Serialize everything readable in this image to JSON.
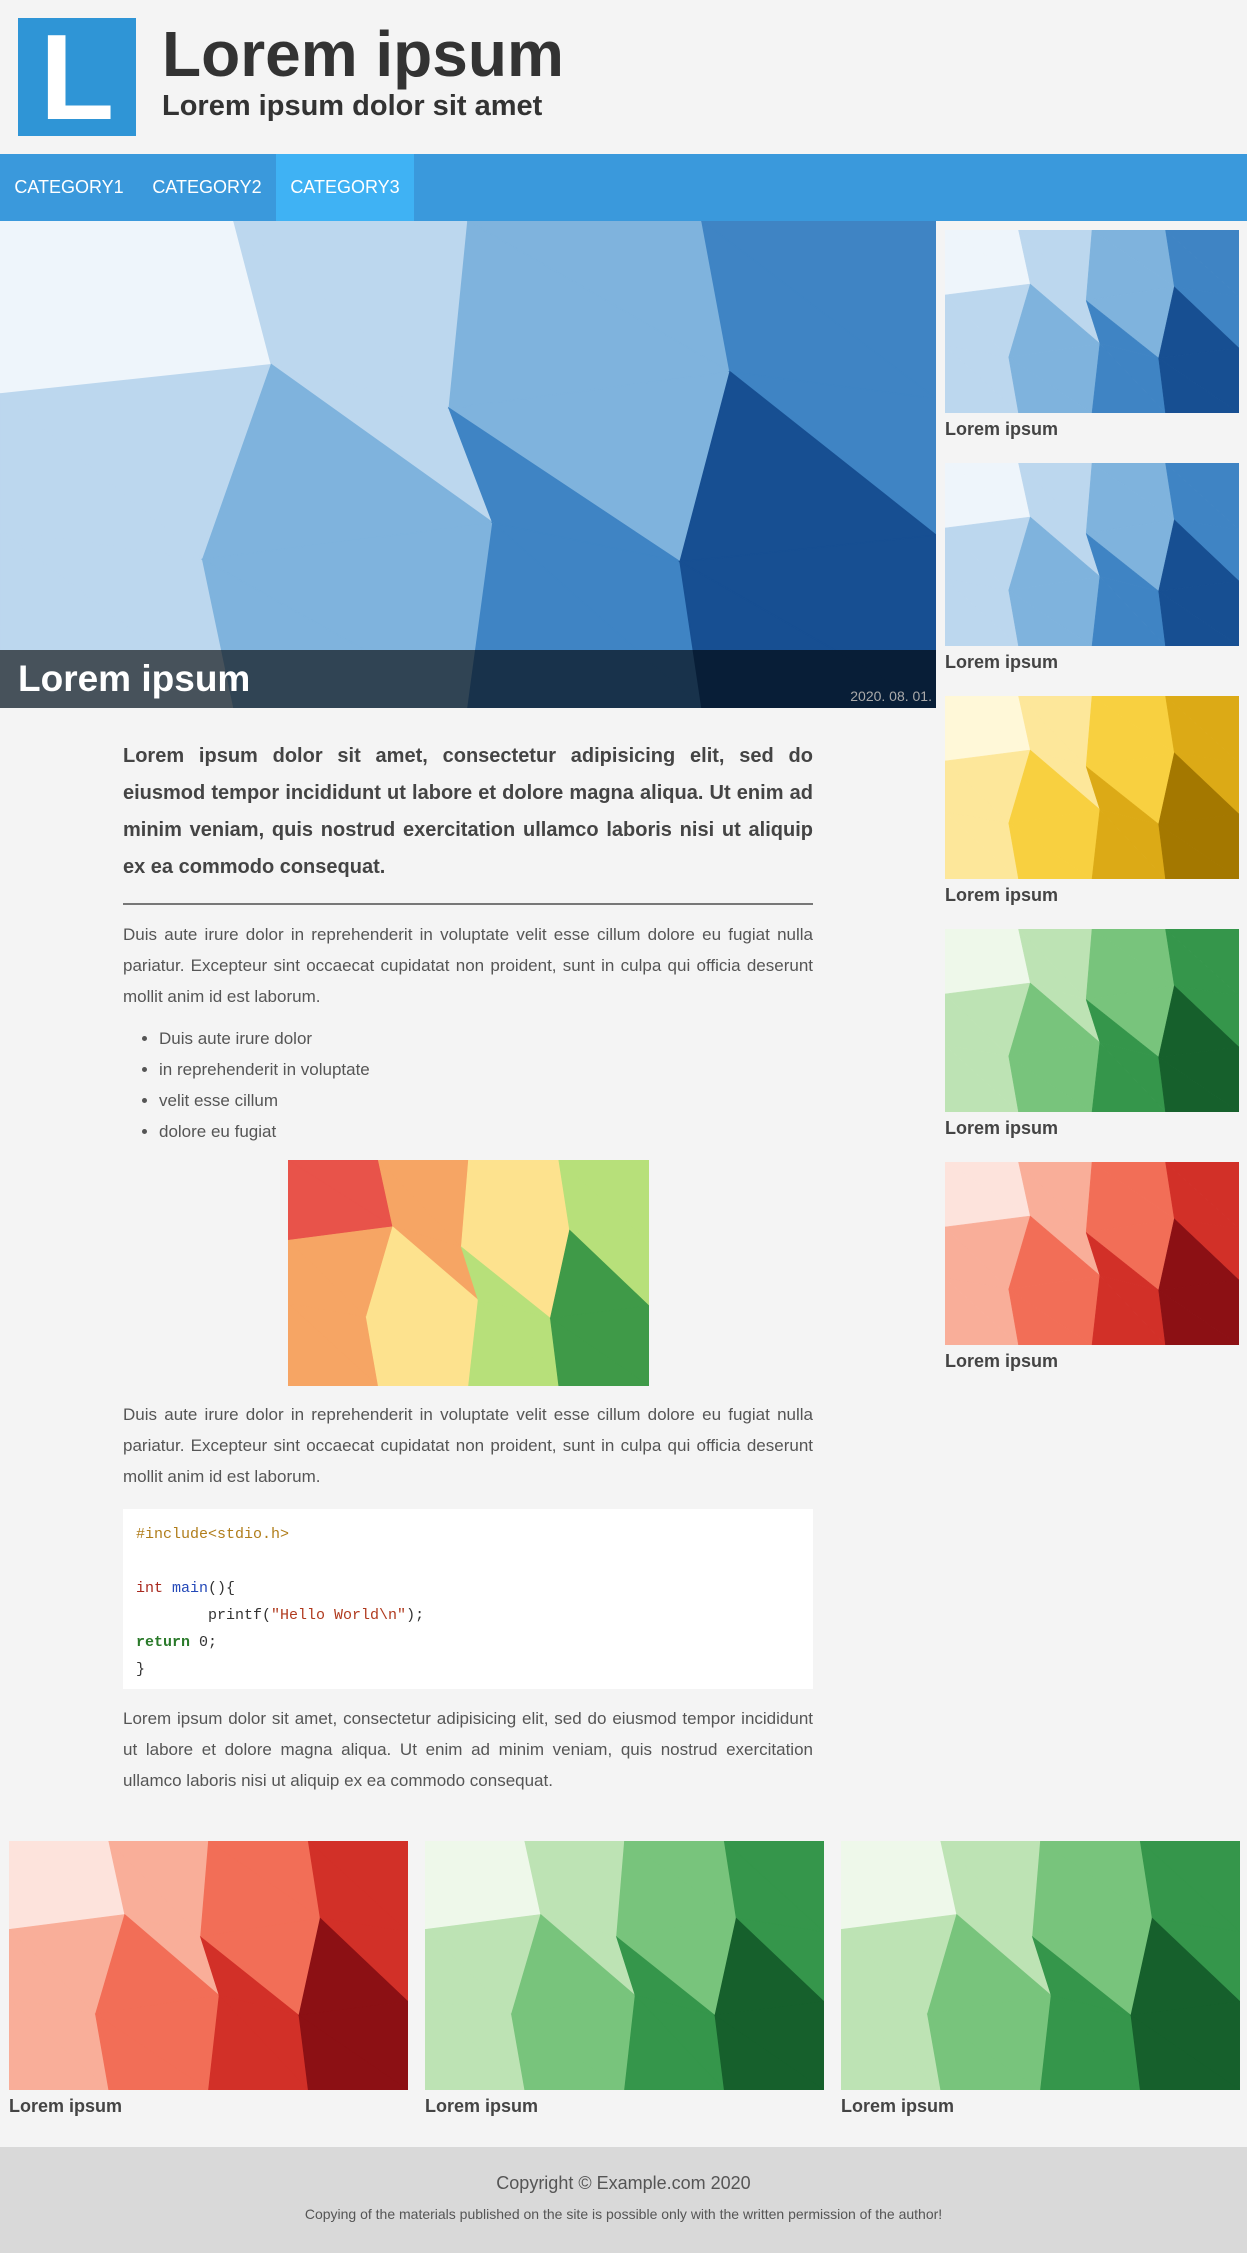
{
  "header": {
    "logo_letter": "L",
    "title": "Lorem ipsum",
    "subtitle": "Lorem ipsum dolor sit amet"
  },
  "nav": {
    "items": [
      {
        "label": "CATEGORY1",
        "active": false
      },
      {
        "label": "CATEGORY2",
        "active": false
      },
      {
        "label": "CATEGORY3",
        "active": true
      }
    ],
    "color": "#3a99dc",
    "active_color": "#3fb2f4"
  },
  "hero": {
    "title": "Lorem ipsum",
    "date": "2020. 08. 01.",
    "theme": "blue"
  },
  "sidebar": {
    "cards": [
      {
        "label": "Lorem ipsum",
        "theme": "blue"
      },
      {
        "label": "Lorem ipsum",
        "theme": "blue"
      },
      {
        "label": "Lorem ipsum",
        "theme": "yellow"
      },
      {
        "label": "Lorem ipsum",
        "theme": "green"
      },
      {
        "label": "Lorem ipsum",
        "theme": "red"
      }
    ]
  },
  "article": {
    "lead": "Lorem ipsum dolor sit amet, consectetur adipisicing elit, sed do eiusmod tempor incididunt ut labore et dolore magna aliqua. Ut enim ad minim veniam, quis nostrud exercitation ullamco laboris nisi ut aliquip ex ea commodo consequat.",
    "paragraph1": "Duis aute irure dolor in reprehenderit in voluptate velit esse cillum dolore eu fugiat nulla pariatur. Excepteur sint occaecat cupidatat non proident, sunt in culpa qui officia deserunt mollit anim id est laborum.",
    "list": [
      "Duis aute irure dolor",
      "in reprehenderit in voluptate",
      "velit esse cillum",
      "dolore eu fugiat"
    ],
    "paragraph2": "Duis aute irure dolor in reprehenderit in voluptate velit esse cillum dolore eu fugiat nulla pariatur. Excepteur sint occaecat cupidatat non proident, sunt in culpa qui officia deserunt mollit anim id est laborum.",
    "code": {
      "include": "#include<stdio.h>",
      "kw_int": "int",
      "fn_main": "main",
      "main_rest": "(){",
      "printf": "printf(",
      "string": "\"Hello World\\n\"",
      "printf_end": ");",
      "kw_return": "return",
      "return_rest": " 0;",
      "close": "}"
    },
    "paragraph3": "Lorem ipsum dolor sit amet, consectetur adipisicing elit, sed do eiusmod tempor incididunt ut labore et dolore magna aliqua. Ut enim ad minim veniam, quis nostrud exercitation ullamco laboris nisi ut aliquip ex ea commodo consequat."
  },
  "bottom": {
    "cards": [
      {
        "label": "Lorem ipsum",
        "theme": "red"
      },
      {
        "label": "Lorem ipsum",
        "theme": "green"
      },
      {
        "label": "Lorem ipsum",
        "theme": "green"
      }
    ]
  },
  "footer": {
    "copyright": "Copyright © Example.com 2020",
    "note": "Copying of the materials published on the site is possible only with the written permission of the author!"
  }
}
